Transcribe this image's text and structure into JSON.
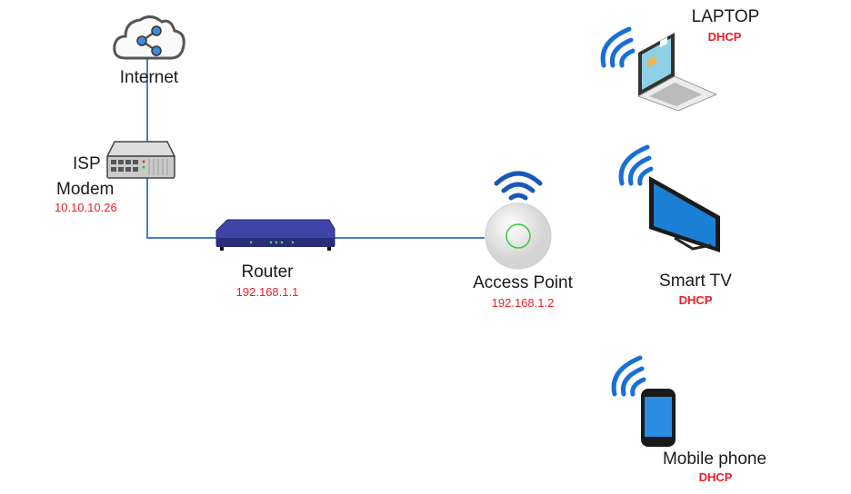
{
  "nodes": {
    "internet": {
      "label": "Internet"
    },
    "modem": {
      "label_line1": "ISP",
      "label_line2": "Modem",
      "ip": "10.10.10.26"
    },
    "router": {
      "label": "Router",
      "ip": "192.168.1.1"
    },
    "access_point": {
      "label": "Access Point",
      "ip": "192.168.1.2"
    },
    "laptop": {
      "label": "LAPTOP",
      "ip": "DHCP"
    },
    "smart_tv": {
      "label": "Smart TV",
      "ip": "DHCP"
    },
    "mobile": {
      "label": "Mobile phone",
      "ip": "DHCP"
    }
  },
  "colors": {
    "link": "#4a7fc8",
    "ip_text": "#e8202a",
    "wifi": "#1a6fd6",
    "router": "#3a3f9a"
  }
}
